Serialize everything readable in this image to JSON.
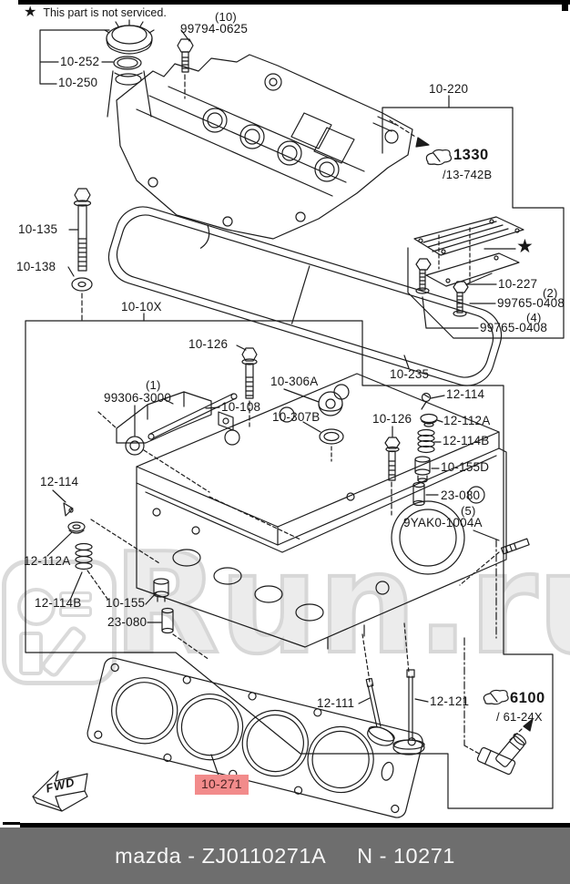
{
  "header": {
    "star": "★",
    "note": "This part is not serviced."
  },
  "watermark": {
    "text": "Run.ru"
  },
  "parts": {
    "qty_10": "(10)",
    "pn_99794_0625": "99794-0625",
    "p10_252": "10-252",
    "p10_250": "10-250",
    "p10_220": "10-220",
    "p1330": "1330",
    "p1330_sub": "/13-742B",
    "star": "★",
    "p10_227": "10-227",
    "qty_2": "(2)",
    "pn_99765_0408_a": "99765-0408",
    "qty_4": "(4)",
    "pn_99765_0408_b": "99765-0408",
    "p10_135": "10-135",
    "p10_138": "10-138",
    "p10_10x": "10-10X",
    "p10_126_left": "10-126",
    "p10_235": "10-235",
    "qty_1": "(1)",
    "pn_99306_3000": "99306-3000",
    "p10_306a": "10-306A",
    "p10_108": "10-108",
    "p10_307b": "10-307B",
    "p10_126_right": "10-126",
    "p12_114_right": "12-114",
    "p12_112a_right": "12-112A",
    "p12_114b_right": "12-114B",
    "p10_155d": "10-155D",
    "p23_080_right": "23-080",
    "qty_5": "(5)",
    "pn_9yak0_1004a": "9YAK0-1004A",
    "p12_114_left": "12-114",
    "p12_112a_left": "12-112A",
    "p12_114b_left": "12-114B",
    "p10_155_left": "10-155",
    "p23_080_left": "23-080",
    "p12_111": "12-111",
    "p12_121": "12-121",
    "p6100": "6100",
    "p6100_sub": "/ 61-24X",
    "p10_271": "10-271"
  },
  "fwd_label": "FWD",
  "footer": {
    "left": "mazda - ZJ0110271A",
    "right": "N - 10271"
  },
  "colors": {
    "highlight": "#f28b8b",
    "footer_bg": "#6e6e6e",
    "watermark": "#d7d7d7",
    "line": "#1c1c1c"
  }
}
